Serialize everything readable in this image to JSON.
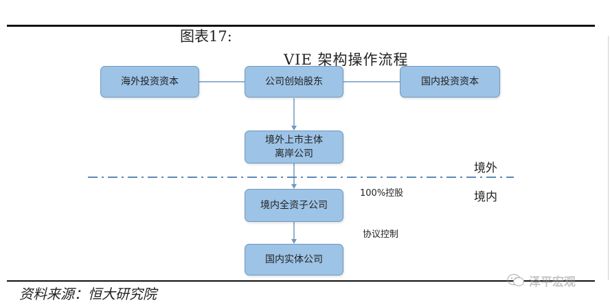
{
  "title": {
    "label": "图表17:",
    "text": "VIE 架构操作流程"
  },
  "nodes": {
    "overseas_investment": "海外投资资本",
    "founder_shareholders": "公司创始股东",
    "domestic_investment": "国内投资资本",
    "offshore_listed_line1": "境外上市主体",
    "offshore_listed_line2": "离岸公司",
    "wfoe": "境内全资子公司",
    "domestic_entity": "国内实体公司"
  },
  "annotations": {
    "holding": "100%控股",
    "agreement": "协议控制",
    "offshore": "境外",
    "onshore": "境内"
  },
  "source": "资料来源：恒大研究院",
  "watermark": "泽平宏观",
  "colors": {
    "node_fill": "#9dc3e6",
    "node_border": "#6f98bf",
    "connector": "#6f98bf",
    "divider": "#5b87b8"
  }
}
